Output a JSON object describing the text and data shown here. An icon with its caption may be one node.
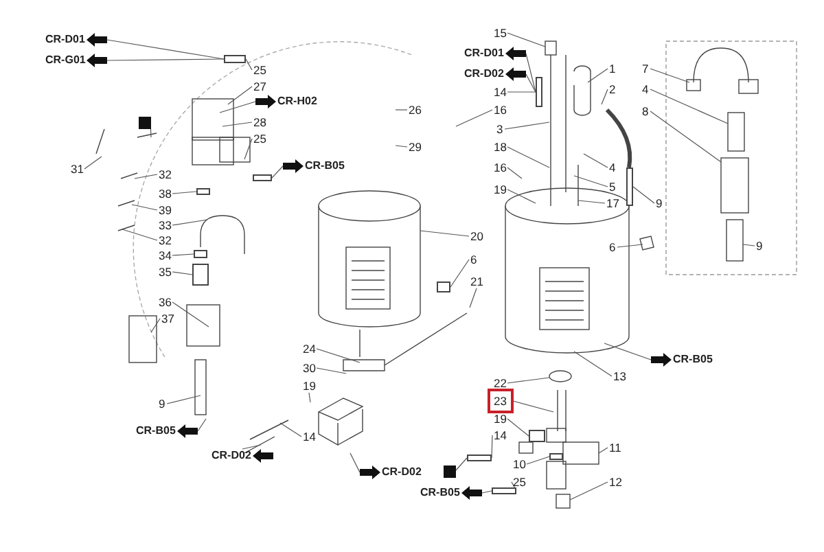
{
  "diagram": {
    "nodes": [
      {
        "text": [
          "CR-D01"
        ]
      },
      {
        "text": [
          "CR-G01"
        ]
      },
      {
        "text": [
          "25"
        ]
      },
      {
        "text": [
          "27"
        ]
      },
      {
        "text": [
          "CR-H02"
        ]
      },
      {
        "text": [],
        "shape": "box"
      },
      {
        "text": [
          "28"
        ]
      },
      {
        "text": [
          "25"
        ]
      },
      {
        "text": [
          "CR-B05"
        ]
      },
      {
        "text": [
          "31"
        ]
      },
      {
        "text": [
          "32"
        ]
      },
      {
        "text": [
          "38"
        ]
      },
      {
        "text": [
          "39"
        ]
      },
      {
        "text": [
          "33"
        ]
      },
      {
        "text": [
          "32"
        ]
      },
      {
        "text": [
          "34"
        ]
      },
      {
        "text": [
          "35"
        ]
      },
      {
        "text": [
          "36"
        ]
      },
      {
        "text": [
          "37"
        ]
      },
      {
        "text": [
          "9"
        ]
      },
      {
        "text": [
          "CR-B05"
        ]
      },
      {
        "text": [
          "CR-D02"
        ]
      },
      {
        "text": [
          "26"
        ]
      },
      {
        "text": [
          "29"
        ]
      },
      {
        "text": [
          "20"
        ]
      },
      {
        "text": [
          "6"
        ]
      },
      {
        "text": [
          "21"
        ]
      },
      {
        "text": [
          "24"
        ]
      },
      {
        "text": [
          "30"
        ]
      },
      {
        "text": [
          "19"
        ]
      },
      {
        "text": [
          "14"
        ]
      },
      {
        "text": [
          "CR-D02"
        ]
      },
      {
        "text": [
          "15"
        ]
      },
      {
        "text": [
          "CR-D01"
        ]
      },
      {
        "text": [
          "CR-D02"
        ]
      },
      {
        "text": [
          "14"
        ]
      },
      {
        "text": [
          "1"
        ]
      },
      {
        "text": [
          "2"
        ]
      },
      {
        "text": [
          "7"
        ]
      },
      {
        "text": [
          "4"
        ]
      },
      {
        "text": [
          "8"
        ]
      },
      {
        "text": [
          "16"
        ]
      },
      {
        "text": [
          "3"
        ]
      },
      {
        "text": [
          "18"
        ]
      },
      {
        "text": [
          "16"
        ]
      },
      {
        "text": [
          "4"
        ]
      },
      {
        "text": [
          "19"
        ]
      },
      {
        "text": [
          "5"
        ]
      },
      {
        "text": [
          "17"
        ]
      },
      {
        "text": [
          "9"
        ]
      },
      {
        "text": [
          "9"
        ]
      },
      {
        "text": [
          "6"
        ]
      },
      {
        "text": [
          "CR-B05"
        ]
      },
      {
        "text": [
          "13"
        ]
      },
      {
        "text": [
          "22"
        ]
      },
      {
        "text": [
          "23"
        ]
      },
      {
        "text": [
          "19"
        ]
      },
      {
        "text": [
          "14"
        ]
      },
      {
        "text": [
          "11"
        ]
      },
      {
        "text": [],
        "shape": "box"
      },
      {
        "text": [
          "10"
        ]
      },
      {
        "text": [
          "25"
        ]
      },
      {
        "text": [
          "CR-B05"
        ]
      },
      {
        "text": [
          "12"
        ]
      },
      {
        "text": [],
        "shape": "bar"
      },
      {
        "text": [],
        "shape": "bar"
      },
      {
        "text": [],
        "shape": "bar"
      },
      {
        "text": [],
        "shape": "bar"
      },
      {
        "text": [],
        "shape": "bar"
      },
      {
        "text": [],
        "shape": "bar"
      },
      {
        "text": [],
        "shape": "bar"
      },
      {
        "text": [],
        "shape": "bar"
      },
      {
        "text": [],
        "shape": "bar"
      },
      {
        "text": [],
        "shape": "bar"
      },
      {
        "text": [],
        "shape": "bar"
      },
      {
        "text": [],
        "shape": "bar"
      }
    ],
    "edges": [
      {
        "from": 0,
        "to": 64,
        "arrow": "none"
      },
      {
        "from": 1,
        "to": 64,
        "arrow": "none"
      },
      {
        "from": 2,
        "to": 64,
        "arrow": "none"
      },
      {
        "from": 3,
        "to": null,
        "arrow": "none"
      },
      {
        "from": 4,
        "to": null,
        "arrow": "none"
      },
      {
        "from": 5,
        "to": null,
        "arrow": "none"
      },
      {
        "from": 6,
        "to": null,
        "arrow": "none"
      },
      {
        "from": 7,
        "to": null,
        "arrow": "none"
      },
      {
        "from": 8,
        "to": 74,
        "arrow": "none"
      },
      {
        "from": 9,
        "to": null,
        "arrow": "none"
      },
      {
        "from": 10,
        "to": null,
        "arrow": "none"
      },
      {
        "from": 11,
        "to": 69,
        "arrow": "none"
      },
      {
        "from": 12,
        "to": null,
        "arrow": "none"
      },
      {
        "from": 13,
        "to": null,
        "arrow": "none"
      },
      {
        "from": 14,
        "to": null,
        "arrow": "none"
      },
      {
        "from": 15,
        "to": 75,
        "arrow": "none"
      },
      {
        "from": 16,
        "to": 70,
        "arrow": "none"
      },
      {
        "from": 17,
        "to": null,
        "arrow": "none"
      },
      {
        "from": 18,
        "to": null,
        "arrow": "none"
      },
      {
        "from": 19,
        "to": null,
        "arrow": "none"
      },
      {
        "from": 20,
        "to": null,
        "arrow": "none"
      },
      {
        "from": 21,
        "to": null,
        "arrow": "none"
      },
      {
        "from": 22,
        "to": null,
        "arrow": "none"
      },
      {
        "from": 23,
        "to": null,
        "arrow": "none"
      },
      {
        "from": 24,
        "to": null,
        "arrow": "none"
      },
      {
        "from": 25,
        "to": 71,
        "arrow": "none"
      },
      {
        "from": 26,
        "to": null,
        "arrow": "none"
      },
      {
        "from": 27,
        "to": null,
        "arrow": "none"
      },
      {
        "from": 28,
        "to": null,
        "arrow": "none"
      },
      {
        "from": 29,
        "to": null,
        "arrow": "none"
      },
      {
        "from": 30,
        "to": null,
        "arrow": "none"
      },
      {
        "from": 31,
        "to": null,
        "arrow": "none"
      },
      {
        "from": 32,
        "to": null,
        "arrow": "none"
      },
      {
        "from": 33,
        "to": 65,
        "arrow": "none"
      },
      {
        "from": 34,
        "to": 65,
        "arrow": "none"
      },
      {
        "from": 35,
        "to": 65,
        "arrow": "none"
      },
      {
        "from": 36,
        "to": null,
        "arrow": "none"
      },
      {
        "from": 37,
        "to": null,
        "arrow": "none"
      },
      {
        "from": 38,
        "to": null,
        "arrow": "none"
      },
      {
        "from": 39,
        "to": null,
        "arrow": "none"
      },
      {
        "from": 40,
        "to": null,
        "arrow": "none"
      },
      {
        "from": 41,
        "to": null,
        "arrow": "none"
      },
      {
        "from": 42,
        "to": null,
        "arrow": "none"
      },
      {
        "from": 43,
        "to": null,
        "arrow": "none"
      },
      {
        "from": 44,
        "to": null,
        "arrow": "none"
      },
      {
        "from": 45,
        "to": null,
        "arrow": "none"
      },
      {
        "from": 46,
        "to": null,
        "arrow": "none"
      },
      {
        "from": 47,
        "to": null,
        "arrow": "none"
      },
      {
        "from": 48,
        "to": null,
        "arrow": "none"
      },
      {
        "from": 49,
        "to": 68,
        "arrow": "none"
      },
      {
        "from": 50,
        "to": null,
        "arrow": "none"
      },
      {
        "from": 51,
        "to": null,
        "arrow": "none"
      },
      {
        "from": 52,
        "to": null,
        "arrow": "none"
      },
      {
        "from": 53,
        "to": null,
        "arrow": "none"
      },
      {
        "from": 54,
        "to": null,
        "arrow": "none"
      },
      {
        "from": 55,
        "to": null,
        "arrow": "none"
      },
      {
        "from": 56,
        "to": 72,
        "arrow": "none"
      },
      {
        "from": 57,
        "to": 66,
        "arrow": "none"
      },
      {
        "from": 58,
        "to": null,
        "arrow": "none"
      },
      {
        "from": 59,
        "to": 66,
        "arrow": "none"
      },
      {
        "from": 60,
        "to": 73,
        "arrow": "none"
      },
      {
        "from": 61,
        "to": 67,
        "arrow": "none"
      },
      {
        "from": 62,
        "to": 67,
        "arrow": "none"
      },
      {
        "from": 63,
        "to": null,
        "arrow": "none"
      }
    ]
  }
}
